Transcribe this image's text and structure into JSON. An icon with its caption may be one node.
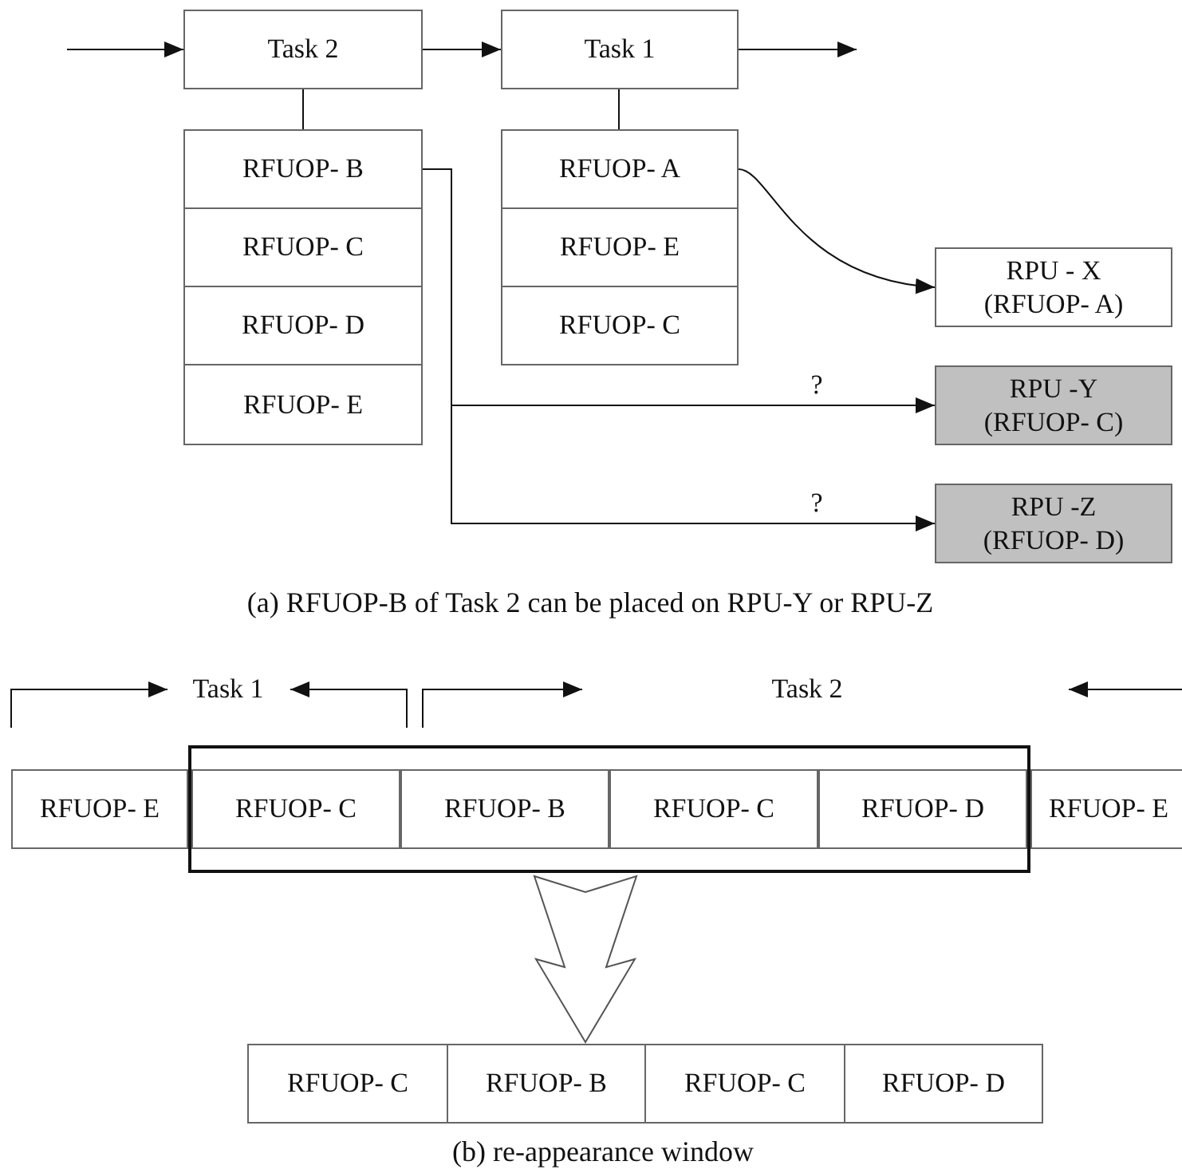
{
  "diagram": {
    "nodes": [
      {
        "text": [
          "Task 2"
        ]
      },
      {
        "text": [
          "Task 1"
        ]
      },
      {
        "text": [
          "RFUOP- B"
        ]
      },
      {
        "text": [
          "RFUOP- C"
        ]
      },
      {
        "text": [
          "RFUOP- D"
        ]
      },
      {
        "text": [
          "RFUOP- E"
        ]
      },
      {
        "text": [
          "RFUOP- A"
        ]
      },
      {
        "text": [
          "RFUOP- E"
        ]
      },
      {
        "text": [
          "RFUOP- C"
        ]
      },
      {
        "text": [
          "RPU - X (RFUOP- A)"
        ]
      },
      {
        "text": [
          "RPU -Y (RFUOP- C)"
        ]
      },
      {
        "text": [
          "RPU -Z (RFUOP- D)"
        ]
      },
      {
        "text": [],
        "shape": "box"
      },
      {
        "text": [
          "RFUOP- E"
        ]
      },
      {
        "text": [
          "RFUOP- C"
        ],
        "in": 12
      },
      {
        "text": [
          "RFUOP- B"
        ],
        "in": 12
      },
      {
        "text": [
          "RFUOP- C"
        ],
        "in": 12
      },
      {
        "text": [
          "RFUOP- D"
        ],
        "in": 12
      },
      {
        "text": [
          "RFUOP- E"
        ]
      },
      {
        "text": [],
        "shape": "box"
      },
      {
        "text": [
          "RFUOP- C"
        ],
        "in": 19
      },
      {
        "text": [
          "RFUOP- B"
        ],
        "in": 19
      },
      {
        "text": [
          "RFUOP- C"
        ],
        "in": 19
      },
      {
        "text": [
          "RFUOP- D"
        ],
        "in": 19
      }
    ],
    "edges": [
      {
        "from": null,
        "to": 0,
        "arrow": "to"
      },
      {
        "from": 0,
        "to": 1,
        "arrow": "to"
      },
      {
        "from": 1,
        "to": null,
        "arrow": "to"
      },
      {
        "from": 0,
        "to": 2,
        "arrow": "none"
      },
      {
        "from": 1,
        "to": 6,
        "arrow": "none"
      },
      {
        "from": 6,
        "to": 9,
        "arrow": "to"
      },
      {
        "from": 2,
        "to": 10,
        "arrow": "to",
        "label": "?"
      },
      {
        "from": 2,
        "to": 11,
        "arrow": "to",
        "label": "?"
      },
      {
        "from": 12,
        "to": 19,
        "arrow": "to"
      }
    ],
    "labels": [
      "(a) RFUOP-B of Task 2 can be placed on RPU-Y or RPU-Z",
      "Task 1",
      "Task 2",
      "(b) re-appearance window"
    ]
  }
}
